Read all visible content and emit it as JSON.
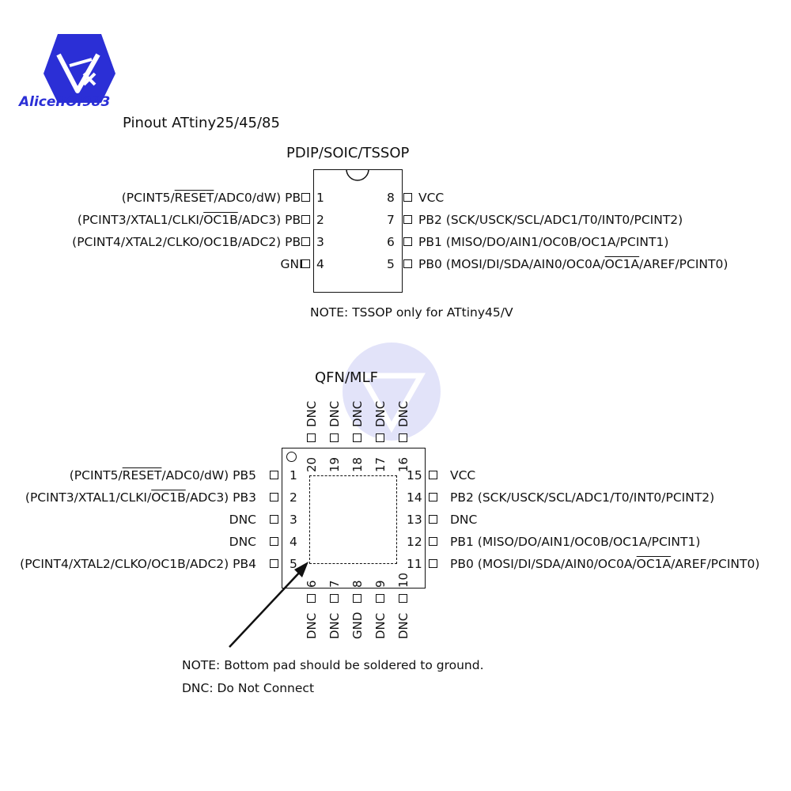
{
  "logo": {
    "text": "AliceIIOI983",
    "color": "#2b2fd6",
    "accent": "#e01a1a"
  },
  "title": "Pinout ATtiny25/45/85",
  "dip": {
    "package_label": "PDIP/SOIC/TSSOP",
    "left_pins": [
      {
        "num": "1",
        "pre": "(PCINT5/",
        "ovl": "RESET",
        "post": "/ADC0/dW) PB5"
      },
      {
        "num": "2",
        "pre": "(PCINT3/XTAL1/CLKI/",
        "ovl": "OC1B",
        "post": "/ADC3) PB3"
      },
      {
        "num": "3",
        "pre": "(PCINT4/XTAL2/CLKO/OC1B/ADC2) PB4",
        "ovl": "",
        "post": ""
      },
      {
        "num": "4",
        "pre": "GND",
        "ovl": "",
        "post": ""
      }
    ],
    "right_pins": [
      {
        "num": "8",
        "pre": "VCC",
        "ovl": "",
        "post": ""
      },
      {
        "num": "7",
        "pre": "PB2 (SCK/USCK/SCL/ADC1/T0/INT0/PCINT2)",
        "ovl": "",
        "post": ""
      },
      {
        "num": "6",
        "pre": "PB1 (MISO/DO/AIN1/OC0B/OC1A/PCINT1)",
        "ovl": "",
        "post": ""
      },
      {
        "num": "5",
        "pre": "PB0 (MOSI/DI/SDA/AIN0/OC0A/",
        "ovl": "OC1A",
        "post": "/AREF/PCINT0)"
      }
    ],
    "note": "NOTE: TSSOP only for ATtiny45/V"
  },
  "qfn": {
    "package_label": "QFN/MLF",
    "top_pins": [
      {
        "num": "20",
        "name": "DNC"
      },
      {
        "num": "19",
        "name": "DNC"
      },
      {
        "num": "18",
        "name": "DNC"
      },
      {
        "num": "17",
        "name": "DNC"
      },
      {
        "num": "16",
        "name": "DNC"
      }
    ],
    "bottom_pins": [
      {
        "num": "6",
        "name": "DNC"
      },
      {
        "num": "7",
        "name": "DNC"
      },
      {
        "num": "8",
        "name": "GND"
      },
      {
        "num": "9",
        "name": "DNC"
      },
      {
        "num": "10",
        "name": "DNC"
      }
    ],
    "left_pins": [
      {
        "num": "1",
        "pre": "(PCINT5/",
        "ovl": "RESET",
        "post": "/ADC0/dW) PB5"
      },
      {
        "num": "2",
        "pre": "(PCINT3/XTAL1/CLKI/",
        "ovl": "OC1B",
        "post": "/ADC3) PB3"
      },
      {
        "num": "3",
        "pre": "DNC",
        "ovl": "",
        "post": ""
      },
      {
        "num": "4",
        "pre": "DNC",
        "ovl": "",
        "post": ""
      },
      {
        "num": "5",
        "pre": "(PCINT4/XTAL2/CLKO/OC1B/ADC2) PB4",
        "ovl": "",
        "post": ""
      }
    ],
    "right_pins": [
      {
        "num": "15",
        "pre": "VCC",
        "ovl": "",
        "post": ""
      },
      {
        "num": "14",
        "pre": "PB2 (SCK/USCK/SCL/ADC1/T0/INT0/PCINT2)",
        "ovl": "",
        "post": ""
      },
      {
        "num": "13",
        "pre": "DNC",
        "ovl": "",
        "post": ""
      },
      {
        "num": "12",
        "pre": "PB1 (MISO/DO/AIN1/OC0B/OC1A/PCINT1)",
        "ovl": "",
        "post": ""
      },
      {
        "num": "11",
        "pre": "PB0 (MOSI/DI/SDA/AIN0/OC0A/",
        "ovl": "OC1A",
        "post": "/AREF/PCINT0)"
      }
    ],
    "note1": "NOTE: Bottom pad should be soldered to ground.",
    "note2": "DNC: Do Not Connect"
  }
}
